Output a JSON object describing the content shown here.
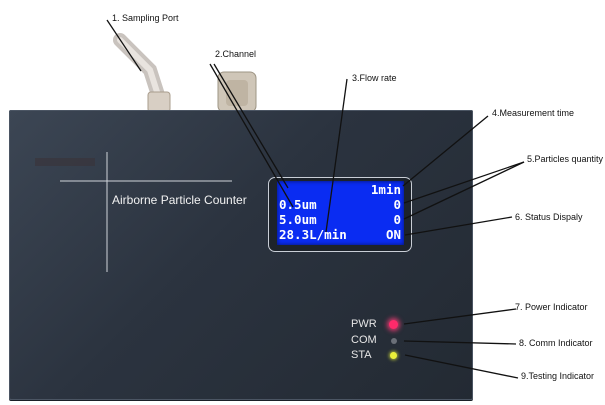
{
  "callouts": {
    "sampling_port": "1. Sampling Port",
    "channel": "2.Channel",
    "flow_rate": "3.Flow rate",
    "measurement_time": "4.Measurement time",
    "particles_quantity": "5.Particles quantity",
    "status_display": "6. Status Dispaly",
    "power_indicator": "7. Power Indicator",
    "comm_indicator": "8. Comm Indicator",
    "testing_indicator": "9.Testing Indicator"
  },
  "device": {
    "label": "Airborne Particle Counter"
  },
  "lcd": {
    "time": "1min",
    "row1_channel": "0.5um",
    "row1_count": "0",
    "row2_channel": "5.0um",
    "row2_count": "0",
    "row3_flow": "28.3L/min",
    "row3_status": "ON"
  },
  "indicators": {
    "pwr": "PWR",
    "com": "COM",
    "sta": "STA"
  },
  "colors": {
    "lcd_background": "#0a2cf2",
    "device_body": "#2b333f",
    "pwr_led": "#ff2a6a",
    "com_led": "#6b7078",
    "sta_led": "#e9ef3a"
  }
}
